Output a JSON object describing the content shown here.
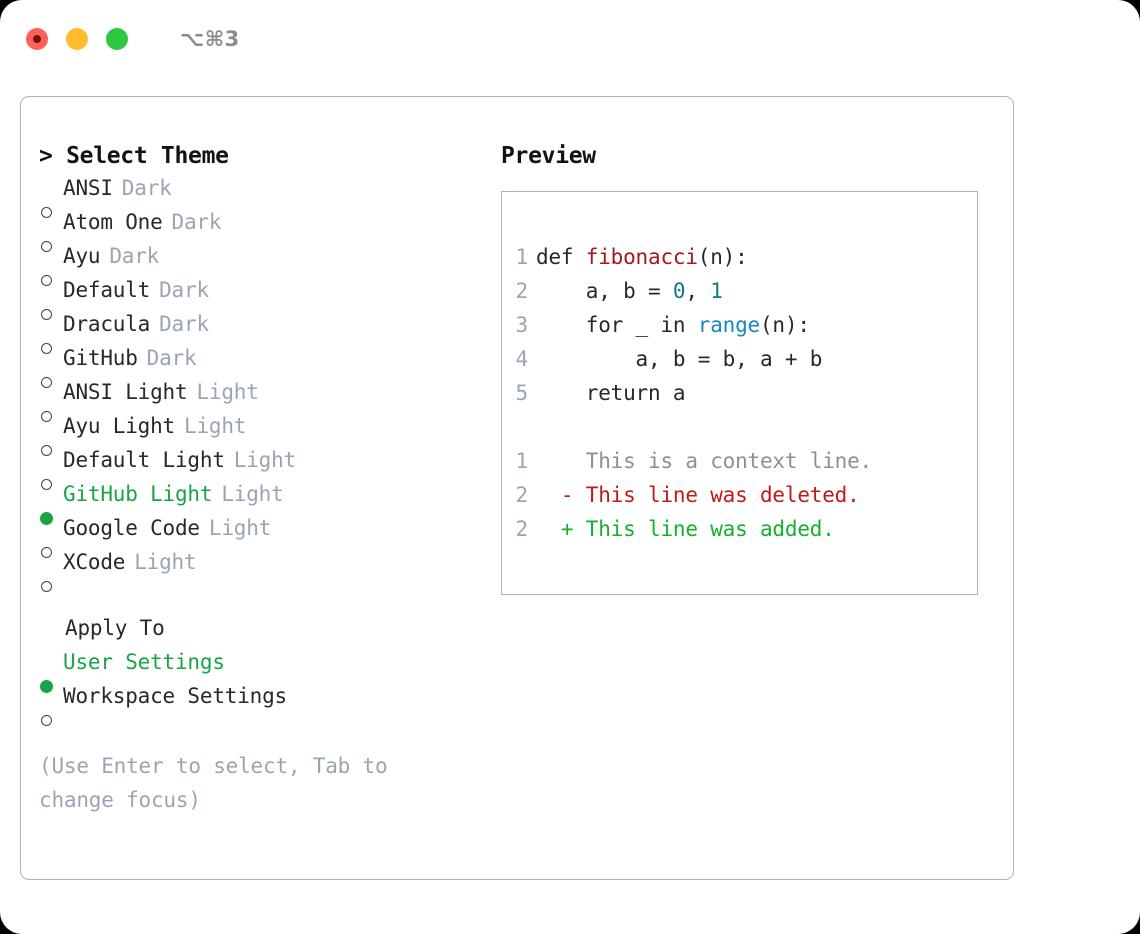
{
  "window": {
    "shortcut": "⌥⌘3",
    "lights": [
      {
        "name": "close",
        "color": "#ff6159"
      },
      {
        "name": "minimize",
        "color": "#ffbd2e"
      },
      {
        "name": "maximize",
        "color": "#2bc840"
      }
    ]
  },
  "theme_panel": {
    "title": "> Select Theme",
    "themes": [
      {
        "name": "ANSI",
        "tag": "Dark",
        "selected": false
      },
      {
        "name": "Atom One",
        "tag": "Dark",
        "selected": false
      },
      {
        "name": "Ayu",
        "tag": "Dark",
        "selected": false
      },
      {
        "name": "Default",
        "tag": "Dark",
        "selected": false
      },
      {
        "name": "Dracula",
        "tag": "Dark",
        "selected": false
      },
      {
        "name": "GitHub",
        "tag": "Dark",
        "selected": false
      },
      {
        "name": "ANSI Light",
        "tag": "Light",
        "selected": false
      },
      {
        "name": "Ayu Light",
        "tag": "Light",
        "selected": false
      },
      {
        "name": "Default Light",
        "tag": "Light",
        "selected": false
      },
      {
        "name": "GitHub Light",
        "tag": "Light",
        "selected": true
      },
      {
        "name": "Google Code",
        "tag": "Light",
        "selected": false
      },
      {
        "name": "XCode",
        "tag": "Light",
        "selected": false
      }
    ]
  },
  "apply_to": {
    "title": "Apply To",
    "options": [
      {
        "name": "User Settings",
        "selected": true
      },
      {
        "name": "Workspace Settings",
        "selected": false
      }
    ]
  },
  "hint": "(Use Enter to select, Tab to change focus)",
  "preview": {
    "title": "Preview",
    "code_lines": [
      {
        "num": "1",
        "segments": [
          {
            "text": "def ",
            "style": "plain"
          },
          {
            "text": "fibonacci",
            "style": "fn"
          },
          {
            "text": "(n):",
            "style": "plain"
          }
        ]
      },
      {
        "num": "2",
        "segments": [
          {
            "text": "    a, b = ",
            "style": "plain"
          },
          {
            "text": "0",
            "style": "num"
          },
          {
            "text": ", ",
            "style": "plain"
          },
          {
            "text": "1",
            "style": "num"
          }
        ]
      },
      {
        "num": "3",
        "segments": [
          {
            "text": "    for _ in ",
            "style": "plain"
          },
          {
            "text": "range",
            "style": "kwfn"
          },
          {
            "text": "(n):",
            "style": "plain"
          }
        ]
      },
      {
        "num": "4",
        "segments": [
          {
            "text": "        a, b = b, a + b",
            "style": "plain"
          }
        ]
      },
      {
        "num": "5",
        "segments": [
          {
            "text": "    return a",
            "style": "plain"
          }
        ]
      }
    ],
    "diff_lines": [
      {
        "num": "1",
        "sign": " ",
        "text": " This is a context line.",
        "kind": "ctx"
      },
      {
        "num": "2",
        "sign": "-",
        "text": " This line was deleted.",
        "kind": "del"
      },
      {
        "num": "2",
        "sign": "+",
        "text": " This line was added.",
        "kind": "add"
      }
    ]
  },
  "colors": {
    "accent_green": "#18a447",
    "muted": "#9aa5b4",
    "border": "#aab4c2",
    "text": "#24292e",
    "diff_add": "#12b12e",
    "diff_del": "#c21b17"
  }
}
